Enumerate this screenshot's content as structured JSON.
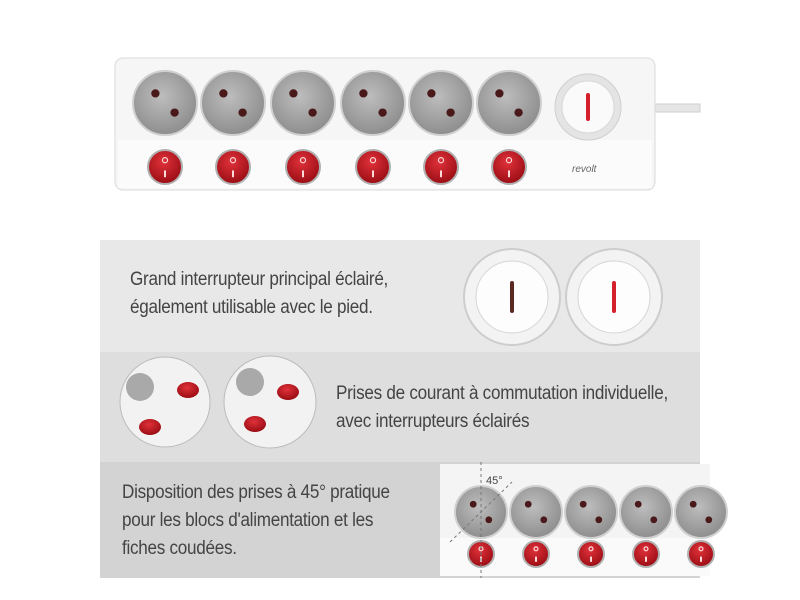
{
  "product": {
    "brand_logo": "revolt",
    "socket_count": 6
  },
  "features": [
    {
      "line1": "Grand interrupteur principal éclairé,",
      "line2": "également utilisable avec le pied."
    },
    {
      "line1": "Prises de courant à commutation individuelle,",
      "line2": "avec interrupteurs éclairés"
    },
    {
      "line1": "Disposition des prises à 45° pratique",
      "line2": "pour les blocs d'alimentation et les",
      "line3": "fiches coudées.",
      "angle_label": "45°"
    }
  ],
  "colors": {
    "switch_red": "#c0141e",
    "socket_gray": "#a9a9a9",
    "panel1": "#e8e8e8",
    "panel2": "#dedede",
    "panel3": "#d3d3d3"
  }
}
